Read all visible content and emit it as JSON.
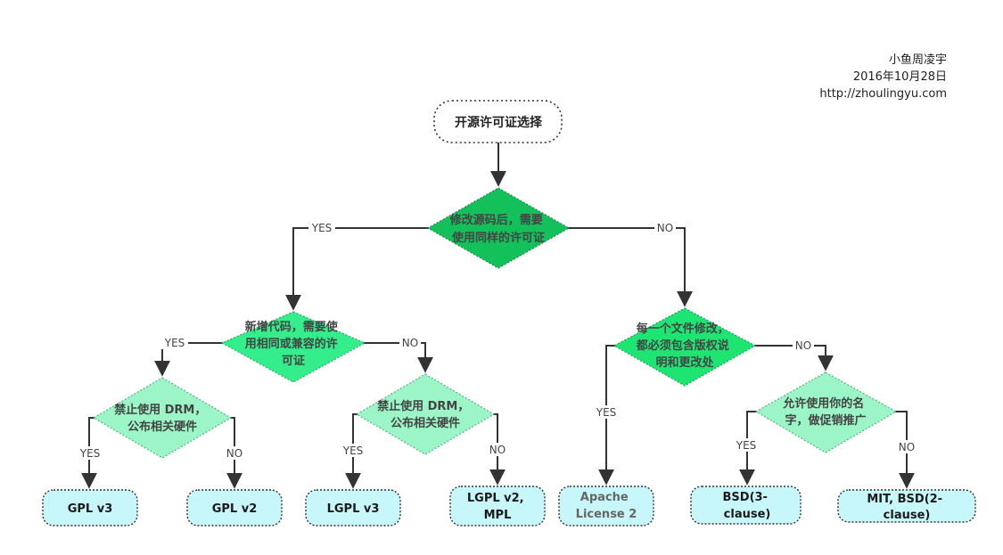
{
  "author": {
    "name": "小鱼周凌宇",
    "date": "2016年10月28日",
    "url": "http://zhoulingyu.com"
  },
  "start": {
    "label": "开源许可证选择"
  },
  "decisions": {
    "d1": {
      "lines": [
        "修改源码后，需要",
        "使用同样的许可证"
      ]
    },
    "d2": {
      "lines": [
        "新增代码，需要使",
        "用相同或兼容的许",
        "可证"
      ]
    },
    "d3": {
      "lines": [
        "每一个文件修改，",
        "都必须包含版权说",
        "明和更改处"
      ]
    },
    "d4": {
      "lines": [
        "禁止使用 DRM，",
        "公布相关硬件"
      ]
    },
    "d5": {
      "lines": [
        "禁止使用 DRM，",
        "公布相关硬件"
      ]
    },
    "d6": {
      "lines": [
        "允许使用你的名",
        "字，做促销推广"
      ]
    }
  },
  "licenses": {
    "gplv3": {
      "lines": [
        "GPL v3"
      ]
    },
    "gplv2": {
      "lines": [
        "GPL v2"
      ]
    },
    "lgplv3": {
      "lines": [
        "LGPL v3"
      ]
    },
    "lgplv2": {
      "lines": [
        "LGPL v2,",
        "MPL"
      ]
    },
    "apache": {
      "lines": [
        "Apache",
        "License 2"
      ]
    },
    "bsd3": {
      "lines": [
        "BSD(3-",
        "clause)"
      ]
    },
    "mit": {
      "lines": [
        "MIT, BSD(2-",
        "clause)"
      ]
    }
  },
  "edge_labels": {
    "yes": "YES",
    "no": "NO"
  },
  "colors": {
    "decision_main": "#14c05a",
    "decision_light": "#33ee8a",
    "decision_pale": "#9cf5c6",
    "license_fill": "#c8f7fb",
    "start_fill": "#ffffff",
    "stroke": "#333333"
  }
}
